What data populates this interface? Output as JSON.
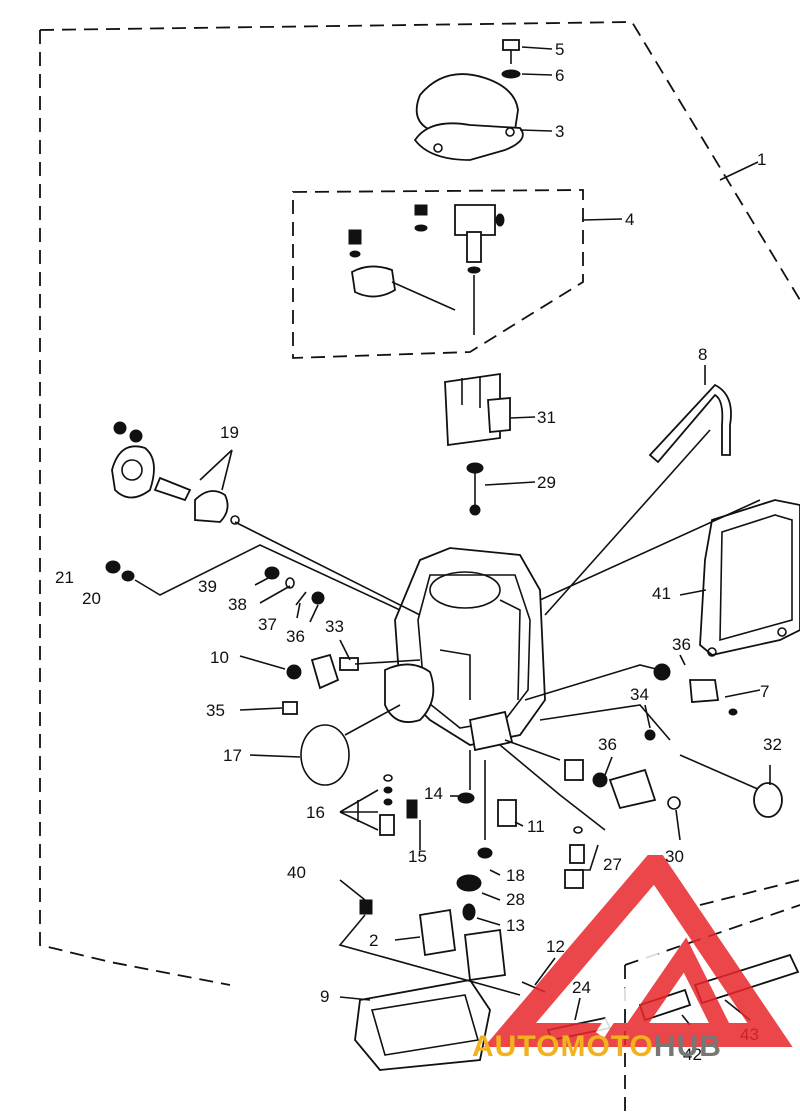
{
  "diagram": {
    "labels": {
      "l1": "1",
      "l2": "2",
      "l3": "3",
      "l4": "4",
      "l5": "5",
      "l6": "6",
      "l7": "7",
      "l8": "8",
      "l9": "9",
      "l10": "10",
      "l11": "11",
      "l12": "12",
      "l13": "13",
      "l14": "14",
      "l15": "15",
      "l16": "16",
      "l17": "17",
      "l18": "18",
      "l19": "19",
      "l20": "20",
      "l21": "21",
      "l24": "24",
      "l27": "27",
      "l28": "28",
      "l29": "29",
      "l30": "30",
      "l31": "31",
      "l32": "32",
      "l33": "33",
      "l34": "34",
      "l35": "35",
      "l36a": "36",
      "l36b": "36",
      "l36c": "36",
      "l37": "37",
      "l38": "38",
      "l39": "39",
      "l40": "40",
      "l41": "41",
      "l42": "42",
      "l43": "43"
    }
  },
  "watermark": {
    "part1": "AUTOMOTO",
    "part2": "HUB",
    "colors": {
      "red": "#e8262a",
      "yellow": "#f2b21b",
      "gray": "#777777"
    }
  }
}
